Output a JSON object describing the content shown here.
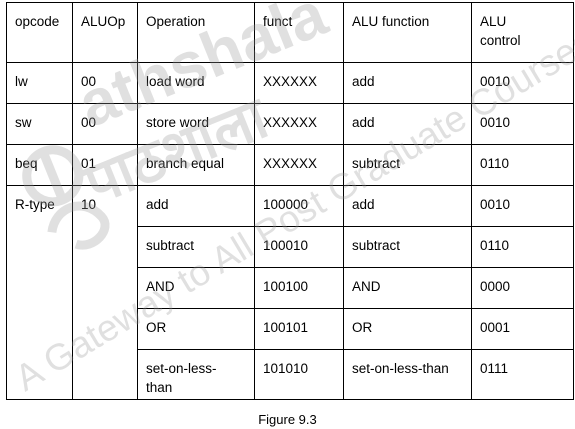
{
  "table": {
    "headers": [
      "opcode",
      "ALUOp",
      "Operation",
      "funct",
      "ALU function",
      "ALU\ncontrol"
    ],
    "rows": [
      {
        "opcode": "lw",
        "aluop": "00",
        "operation": "load word",
        "funct": "XXXXXX",
        "alu_function": "add",
        "alu_control": "0010"
      },
      {
        "opcode": "sw",
        "aluop": "00",
        "operation": "store word",
        "funct": "XXXXXX",
        "alu_function": "add",
        "alu_control": "0010"
      },
      {
        "opcode": "beq",
        "aluop": "01",
        "operation": "branch equal",
        "funct": "XXXXXX",
        "alu_function": "subtract",
        "alu_control": "0110"
      },
      {
        "opcode": "R-type",
        "aluop": "10",
        "operation": "add",
        "funct": "100000",
        "alu_function": "add",
        "alu_control": "0010"
      },
      {
        "opcode": "",
        "aluop": "",
        "operation": "subtract",
        "funct": "100010",
        "alu_function": "subtract",
        "alu_control": "0110"
      },
      {
        "opcode": "",
        "aluop": "",
        "operation": "AND",
        "funct": "100100",
        "alu_function": "AND",
        "alu_control": "0000"
      },
      {
        "opcode": "",
        "aluop": "",
        "operation": "OR",
        "funct": "100101",
        "alu_function": "OR",
        "alu_control": "0001"
      },
      {
        "opcode": "",
        "aluop": "",
        "operation": "set-on-less-\nthan",
        "funct": "101010",
        "alu_function": "set-on-less-than",
        "alu_control": "0111"
      }
    ]
  },
  "caption": "Figure 9.3",
  "watermark": {
    "brand": "athshala",
    "brand_hindi": "पाठशाला",
    "tagline": "A Gateway to All Post Graduate Courses",
    "color": "#9a9a9a"
  }
}
